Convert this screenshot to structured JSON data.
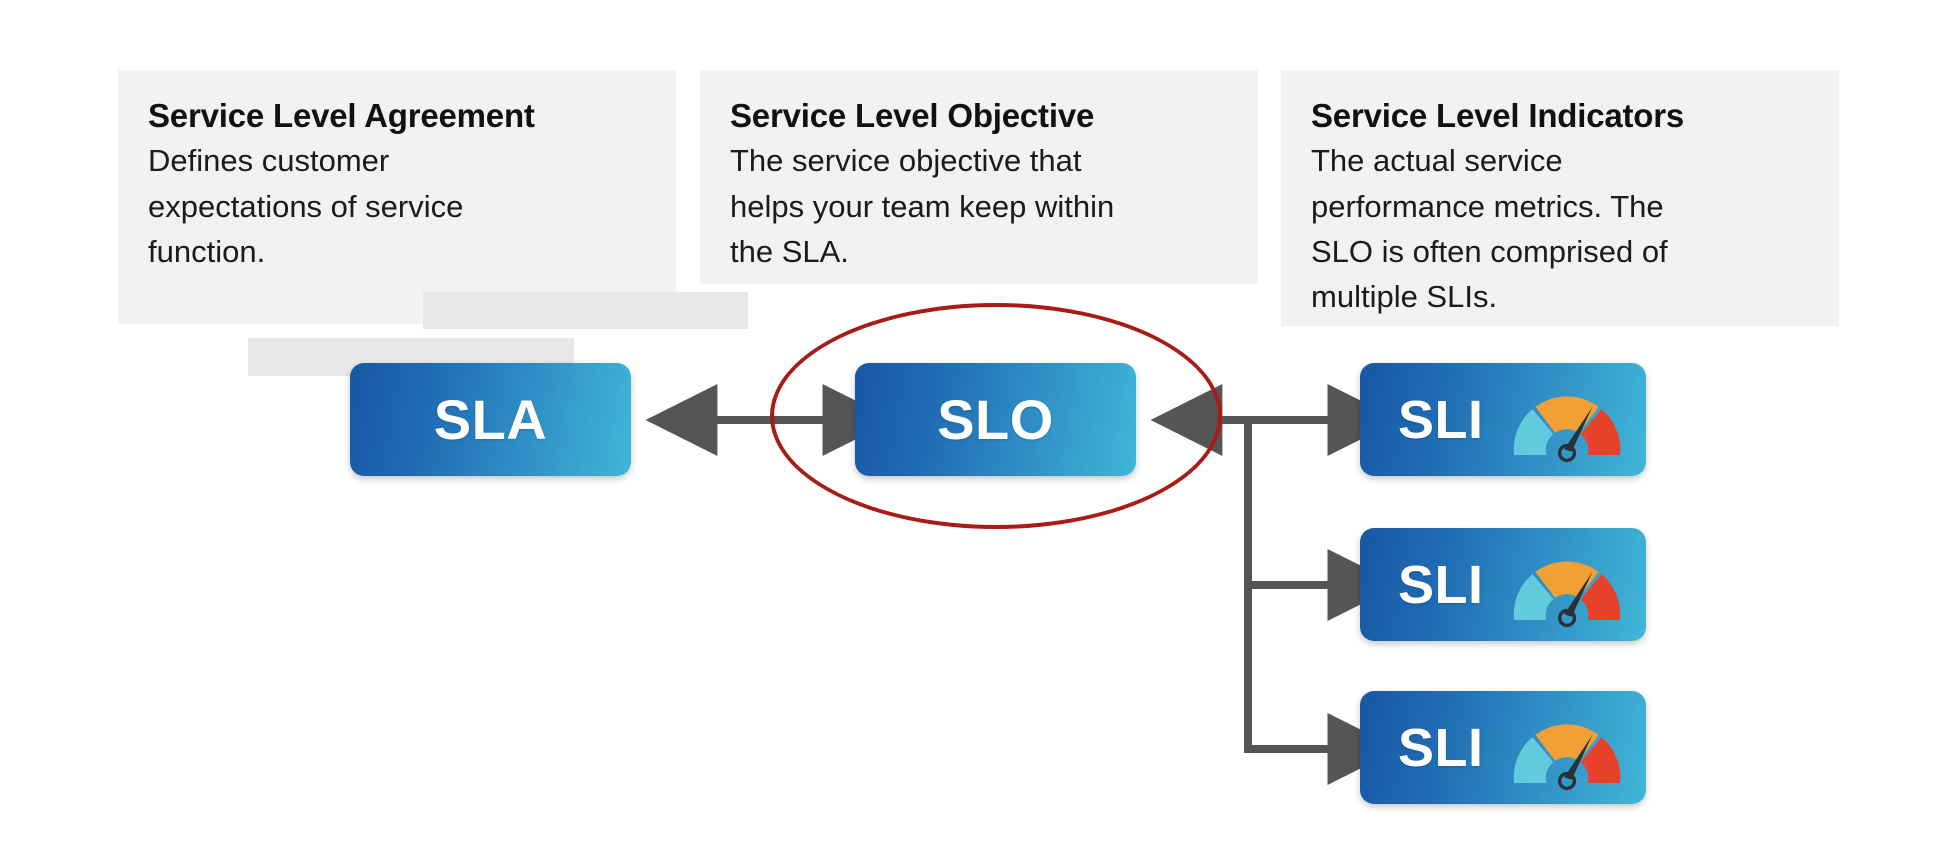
{
  "page": {
    "background_color": "#ffffff",
    "card_background_color": "#f2f2f2",
    "node_gradient_from": "#1857a4",
    "node_gradient_to": "#41b6d8",
    "connector_color": "#555555",
    "annotation_color": "#a81c17"
  },
  "cards": [
    {
      "id": "sla",
      "title": "Service Level Agreement",
      "body_lines": [
        "Defines customer",
        "expectations of service",
        "function."
      ],
      "body": "Defines customer expectations of service function.",
      "redactions": 2
    },
    {
      "id": "slo",
      "title": "Service Level Objective",
      "body_lines": [
        "The service objective that",
        "helps your team keep within",
        "the SLA."
      ],
      "body": "The service objective that helps your team keep within the SLA.",
      "redactions": 0
    },
    {
      "id": "sli",
      "title": "Service Level Indicators",
      "body_lines": [
        "The actual service",
        "performance metrics. The",
        "SLO is often comprised of",
        "multiple SLIs."
      ],
      "body": "The actual service performance metrics. The SLO is often comprised of multiple SLIs.",
      "redactions": 0
    }
  ],
  "nodes": {
    "sla": {
      "label": "SLA"
    },
    "slo": {
      "label": "SLO"
    },
    "sli_1": {
      "label": "SLI",
      "icon": "gauge-icon"
    },
    "sli_2": {
      "label": "SLI",
      "icon": "gauge-icon"
    },
    "sli_3": {
      "label": "SLI",
      "icon": "gauge-icon"
    }
  },
  "gauge": {
    "segment_colors": [
      "#62cbdd",
      "#f2a035",
      "#e8412b"
    ],
    "needle_color": "#263238",
    "segments": [
      "low",
      "medium",
      "high"
    ]
  },
  "connectors": [
    {
      "name": "sla-slo-connector",
      "type": "double-arrow"
    },
    {
      "name": "slo-sli-connector",
      "type": "double-arrow"
    },
    {
      "name": "sli-branch-connector-2",
      "type": "single-arrow"
    },
    {
      "name": "sli-branch-connector-3",
      "type": "single-arrow"
    }
  ],
  "annotation": {
    "name": "slo-highlight-ellipse",
    "shape": "ellipse",
    "color": "#a81c17",
    "targets": "SLO"
  }
}
